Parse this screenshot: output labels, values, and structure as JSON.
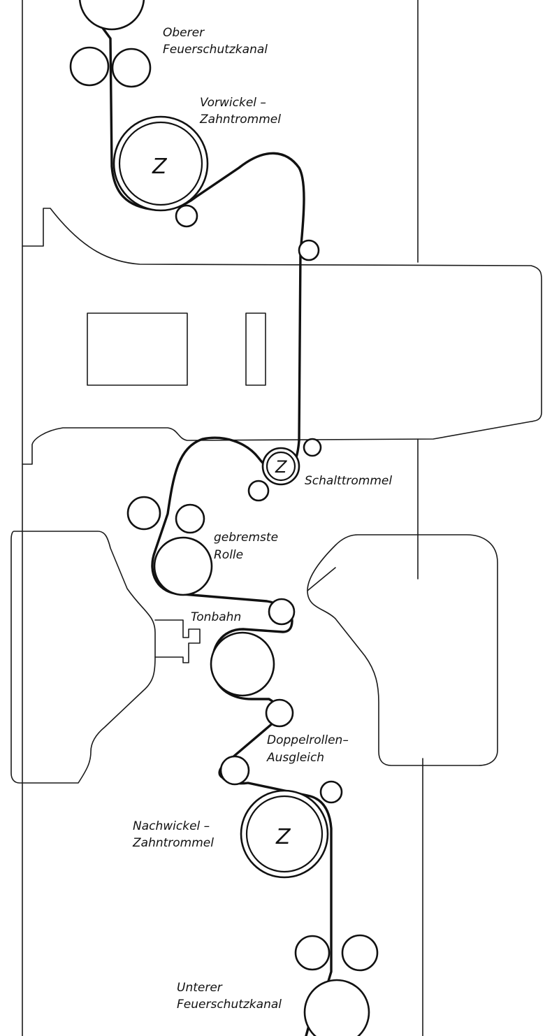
{
  "labels": {
    "upper_fire_channel_line1": "Oberer",
    "upper_fire_channel_line2": "Feuerschutzkanal",
    "feed_sprocket_line1": "Vorwickel –",
    "feed_sprocket_line2": "Zahntrommel",
    "intermittent_sprocket": "Schalttrommel",
    "braked_roller_line1": "gebremste",
    "braked_roller_line2": "Rolle",
    "sound_drum": "Tonbahn",
    "double_roller_line1": "Doppelrollen–",
    "double_roller_line2": "Ausgleich",
    "takeup_sprocket_line1": "Nachwickel –",
    "takeup_sprocket_line2": "Zahntrommel",
    "lower_fire_channel_line1": "Unterer",
    "lower_fire_channel_line2": "Feuerschutzkanal",
    "sprocket_mark": "Z"
  }
}
